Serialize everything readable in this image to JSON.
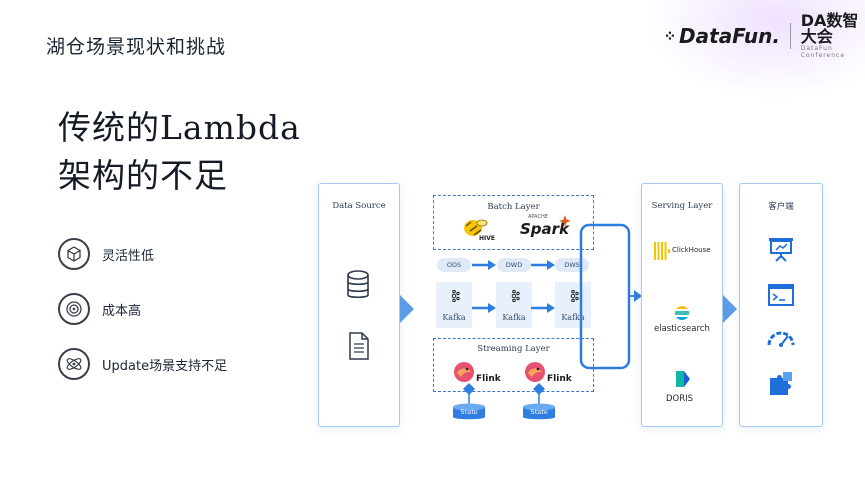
{
  "header": {
    "section_title": "湖仓场景现状和挑战",
    "logo_datafun": "DataFun.",
    "logo_da": "DA数智大会",
    "logo_da_sub": "DataFun Conference"
  },
  "headline": {
    "line1": "传统的Lambda",
    "line2": "架构的不足"
  },
  "features": [
    {
      "label": "灵活性低",
      "icon": "cube-icon"
    },
    {
      "label": "成本高",
      "icon": "target-icon"
    },
    {
      "label": "Update场景支持不足",
      "icon": "atom-icon"
    }
  ],
  "diagram": {
    "data_source": {
      "title": "Data Source",
      "icons": [
        "database-icon",
        "document-icon"
      ]
    },
    "batch_layer": {
      "title": "Batch Layer",
      "tools": [
        "HIVE",
        "Spark"
      ],
      "apache_label": "APACHE"
    },
    "pipeline": {
      "stages": [
        "ODS",
        "DWD",
        "DWS"
      ],
      "kafka_label": "Kafka"
    },
    "streaming_layer": {
      "title": "Streaming Layer",
      "engine": "Flink",
      "state_label": "State"
    },
    "serving_layer": {
      "title": "Serving Layer",
      "items": [
        "ClickHouse",
        "elasticsearch",
        "DORIS"
      ]
    },
    "client": {
      "title": "客户端",
      "icons": [
        "presentation-icon",
        "terminal-icon",
        "gauge-icon",
        "puzzle-icon"
      ]
    },
    "colors": {
      "accent": "#2f7de1",
      "panel_border": "#a9c9ef",
      "arrow": "#4d93e8"
    }
  }
}
